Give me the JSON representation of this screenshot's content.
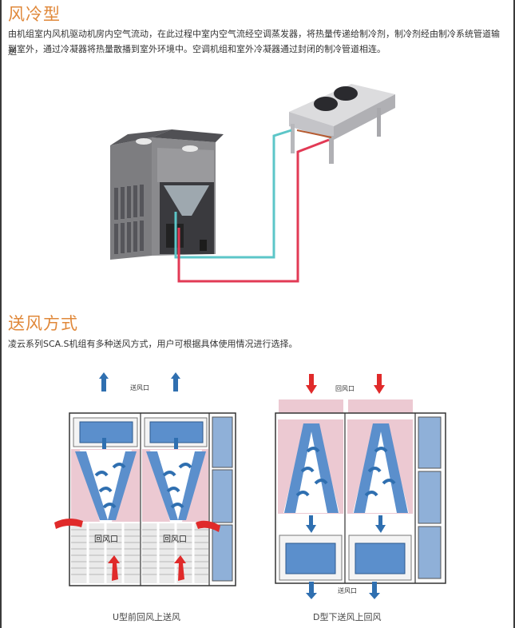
{
  "section1": {
    "title": "风冷型",
    "paragraph_line1": "由机组室内风机驱动机房内空气流动，在此过程中室内空气流经空调蒸发器，将热量传递给制冷剂，制冷剂经由制冷系统管道输送",
    "paragraph_line2": "到室外，通过冷凝器将热量散播到室外环境中。空调机组和室外冷凝器通过封闭的制冷管道相连。",
    "illustration": {
      "indoor_unit": "indoor-air-conditioning-unit",
      "outdoor_unit": "outdoor-condenser",
      "pipe_colors": {
        "liquid_line": "#5cc6c8",
        "gas_line": "#e23a55"
      }
    }
  },
  "section2": {
    "title": "送风方式",
    "paragraph": "凌云系列SCA.S机组有多种送风方式，用户可根据具体使用情况进行选择。",
    "diagrams": [
      {
        "caption": "U型前回风上送风",
        "supply_label": "送风口",
        "return_label_1": "回风口",
        "return_label_2": "回风口"
      },
      {
        "caption": "D型下送风上回风",
        "return_label": "回风口",
        "supply_label": "送风口"
      }
    ],
    "colors": {
      "supply_arrow": "#2f6fb0",
      "return_arrow": "#e02a2a",
      "coil": "#5b8fcc",
      "panel": "#8fb0d8",
      "return_zone": "#ecc9d2"
    }
  }
}
